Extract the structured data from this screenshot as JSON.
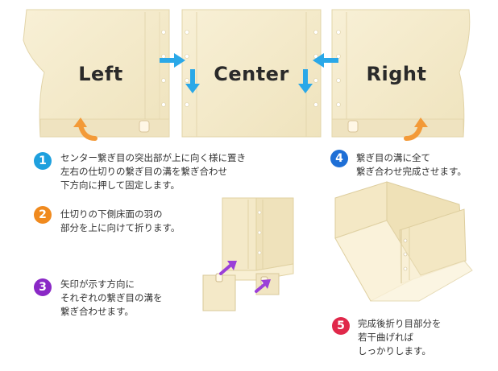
{
  "panels": {
    "left_label": "Left",
    "center_label": "Center",
    "right_label": "Right"
  },
  "steps": [
    {
      "number": "1",
      "color": "#1ea0de",
      "lines": [
        "センター繋ぎ目の突出部が上に向く様に置き",
        "左右の仕切りの繋ぎ目の溝を繋ぎ合わせ",
        "下方向に押して固定します。"
      ]
    },
    {
      "number": "2",
      "color": "#f08a1e",
      "lines": [
        "仕切りの下側床面の羽の",
        "部分を上に向けて折ります。"
      ]
    },
    {
      "number": "3",
      "color": "#8a28c6",
      "lines": [
        "矢印が示す方向に",
        "それぞれの繋ぎ目の溝を",
        "繋ぎ合わせます。"
      ]
    },
    {
      "number": "4",
      "color": "#1e6fd6",
      "lines": [
        "繋ぎ目の溝に全て",
        "繋ぎ合わせ完成させます。"
      ]
    },
    {
      "number": "5",
      "color": "#e0284a",
      "lines": [
        "完成後折り目部分を",
        "若干曲げれば",
        "しっかりします。"
      ]
    }
  ],
  "colors": {
    "panel": "#f6edcf",
    "panel_edge": "#e6d9b0",
    "blue_arrow": "#2aa8e8",
    "orange_arrow": "#f39a38",
    "purple_arrow": "#9b3fd8"
  }
}
